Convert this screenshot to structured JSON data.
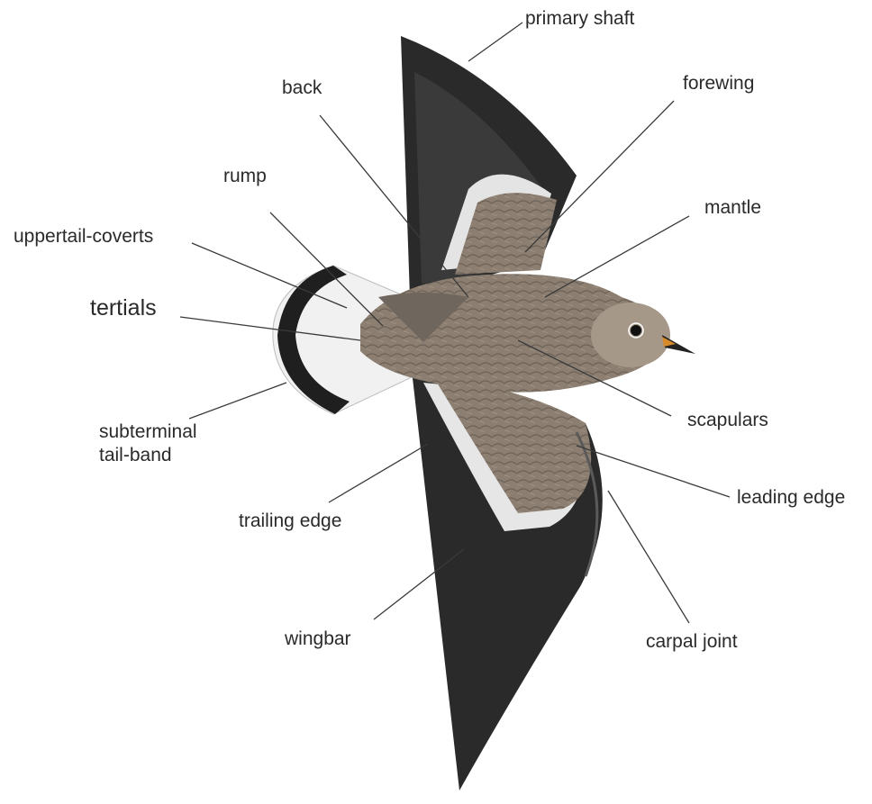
{
  "labels": {
    "primary_shaft": "primary shaft",
    "back": "back",
    "forewing": "forewing",
    "rump": "rump",
    "mantle": "mantle",
    "uppertail_coverts": "uppertail-coverts",
    "tertials": "tertials",
    "scapulars": "scapulars",
    "subterminal_line1": "subterminal",
    "subterminal_line2": "tail-band",
    "leading_edge": "leading edge",
    "trailing_edge": "trailing edge",
    "wingbar": "wingbar",
    "carpal_joint": "carpal joint"
  },
  "colors": {
    "background": "#ffffff",
    "primaries": "#2b2b2b",
    "body": "#8a7d70",
    "pale_wingbar": "#e9e9e9",
    "bill": "#d68a2a"
  }
}
